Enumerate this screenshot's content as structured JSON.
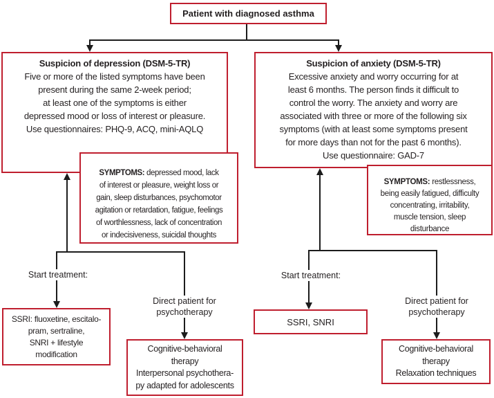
{
  "palette": {
    "box_border": "#bf1e2e",
    "text": "#231f20",
    "connector": "#1c1c1c",
    "background": "#ffffff"
  },
  "root_box": {
    "label": "Patient with diagnosed asthma"
  },
  "depression": {
    "criteria": {
      "title": "Suspicion of depression (DSM-5-TR)",
      "body": [
        "Five or more of the listed symptoms have been",
        "present during the same 2-week period;",
        "at least one of the symptoms is either",
        "depressed mood or loss of interest or pleasure.",
        "Use questionnaires: PHQ-9, ACQ, mini-AQLQ"
      ]
    },
    "symptoms": {
      "label": "SYMPTOMS: ",
      "body": [
        "depressed mood, lack",
        "of interest or pleasure, weight loss or",
        "gain, sleep disturbances, psychomotor",
        "agitation or retardation, fatigue, feelings",
        "of worthlessness, lack of concentration",
        "or indecisiveness, suicidal thoughts"
      ]
    },
    "treatment_label": "Start treatment:",
    "medication": {
      "body": [
        "SSRI: fluoxetine, escitalo-",
        "pram, sertraline,",
        "SNRI + lifestyle",
        "modification"
      ]
    },
    "psychotherapy_label": [
      "Direct patient for",
      "psychotherapy"
    ],
    "psychotherapy": {
      "body": [
        "Cognitive-behavioral",
        "therapy",
        "Interpersonal psychothera-",
        "py adapted for adolescents"
      ]
    }
  },
  "anxiety": {
    "criteria": {
      "title": "Suspicion of anxiety (DSM-5-TR)",
      "body": [
        "Excessive anxiety and worry occurring for at",
        "least 6 months. The person finds it difficult to",
        "control the worry. The anxiety and worry are",
        "associated with three or more of the following six",
        "symptoms (with at least some symptoms present",
        "for more days than not for the past 6 months).",
        "Use questionnaire: GAD-7"
      ]
    },
    "symptoms": {
      "label": "SYMPTOMS: ",
      "body": [
        "restlessness,",
        "being easily fatigued, difficulty",
        "concentrating, irritability,",
        "muscle tension, sleep",
        "disturbance"
      ]
    },
    "treatment_label": "Start treatment:",
    "medication": {
      "body": "SSRI, SNRI"
    },
    "psychotherapy_label": [
      "Direct patient for",
      "psychotherapy"
    ],
    "psychotherapy": {
      "body": [
        "Cognitive-behavioral",
        "therapy",
        "Relaxation techniques"
      ]
    }
  }
}
